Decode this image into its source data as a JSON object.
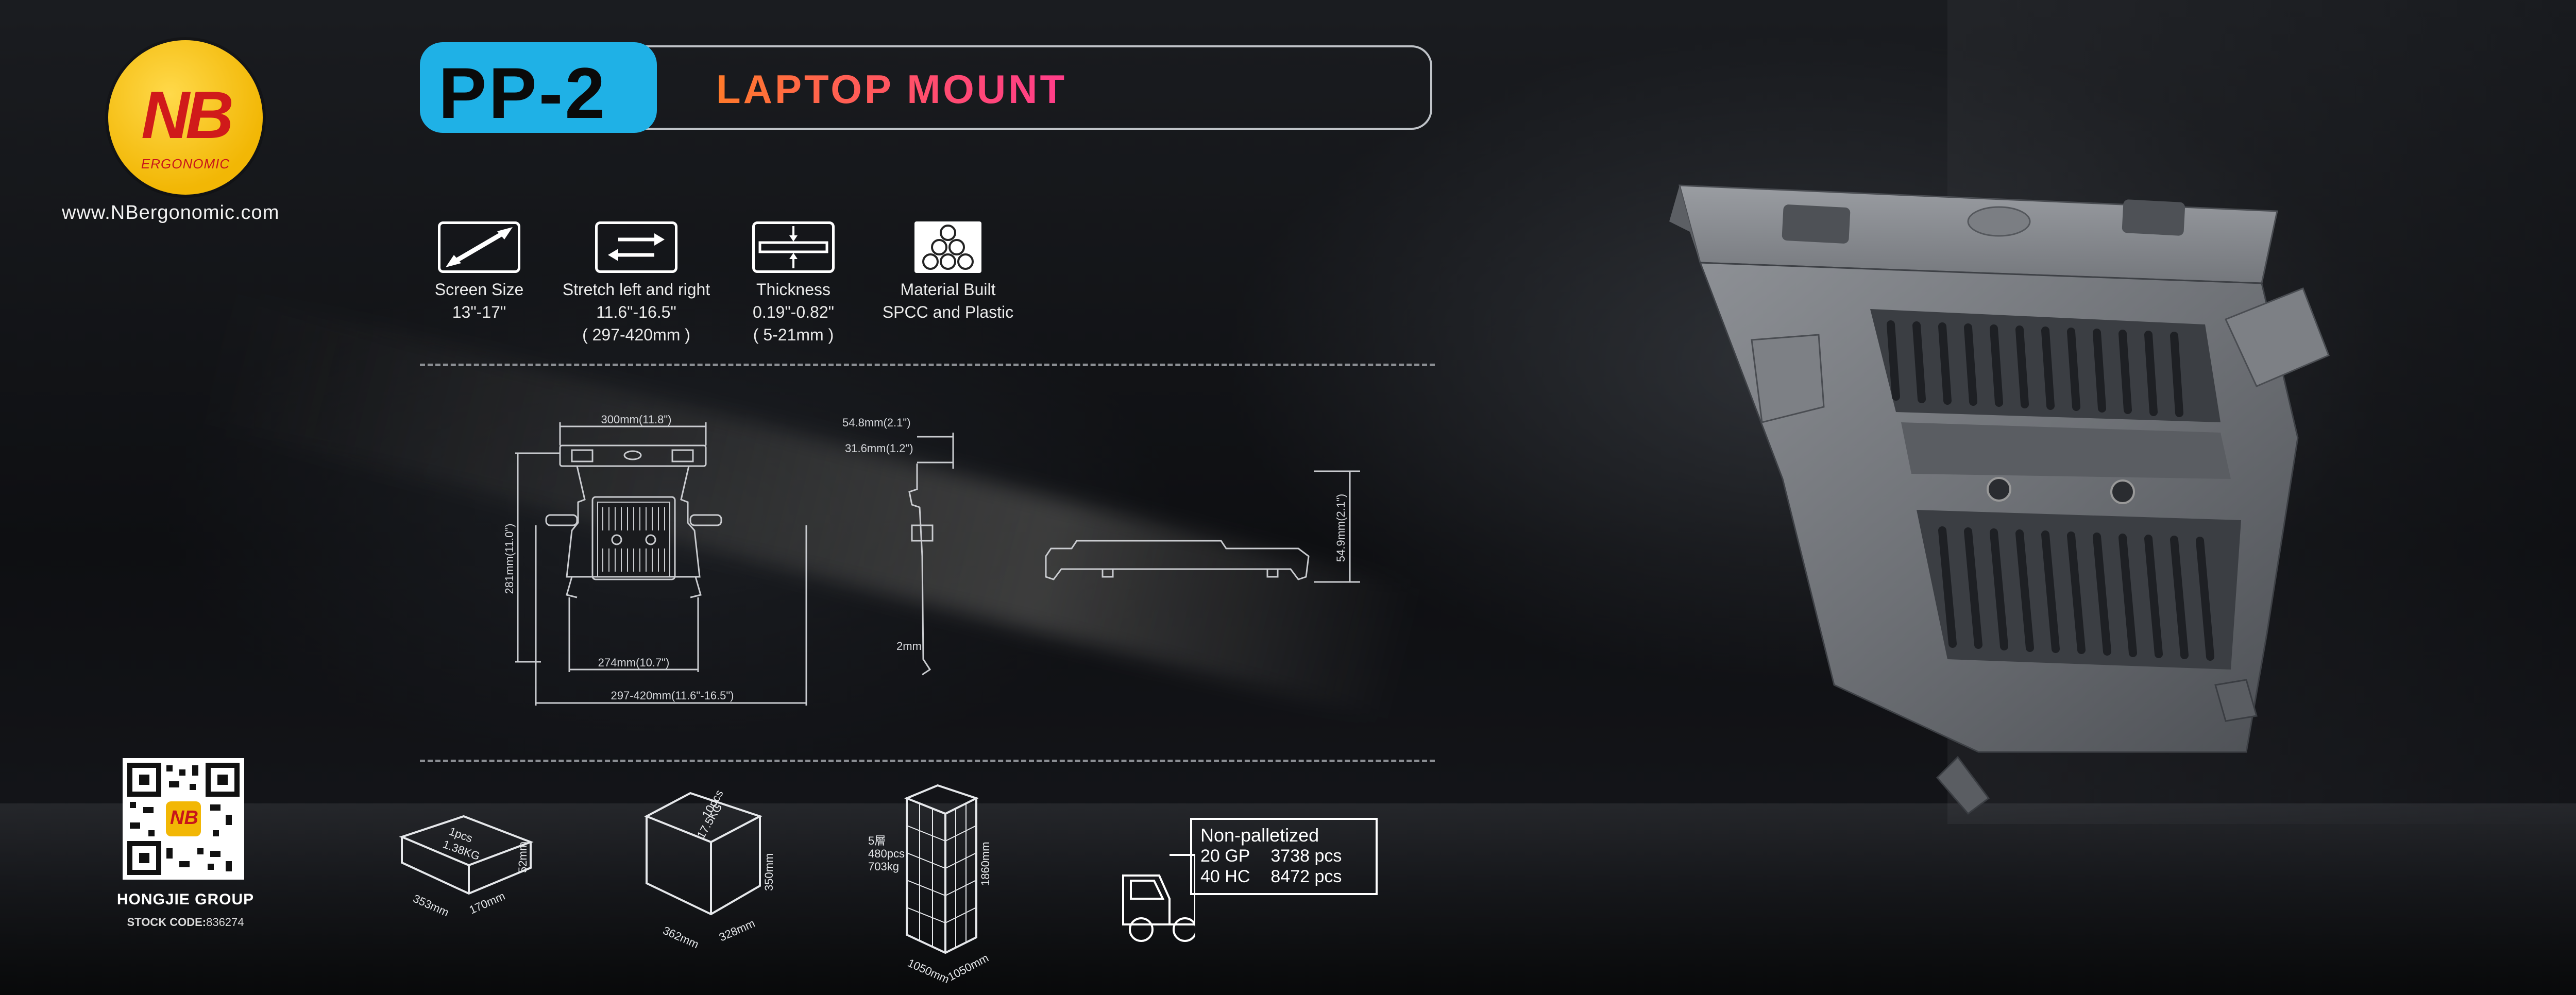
{
  "brand": {
    "logo_text": "NB",
    "logo_sub": "ERGONOMIC",
    "website": "www.NBergonomic.com",
    "accent": "#1fb1e6",
    "logo_color": "#f2b705"
  },
  "title": {
    "model": "PP-2",
    "product": "LAPTOP MOUNT"
  },
  "features": [
    {
      "icon": "diagonal-arrow-icon",
      "label": "Screen Size",
      "value1": "13\"-17\"",
      "value2": ""
    },
    {
      "icon": "left-right-arrows-icon",
      "label": "Stretch left and right",
      "value1": "11.6\"-16.5\"",
      "value2": "( 297-420mm )"
    },
    {
      "icon": "thickness-icon",
      "label": "Thickness",
      "value1": "0.19\"-0.82\"",
      "value2": "( 5-21mm )"
    },
    {
      "icon": "coil-material-icon",
      "label": "Material Built",
      "value1": "SPCC and Plastic",
      "value2": ""
    }
  ],
  "drawing": {
    "top_width": "300mm(11.8\")",
    "height": "281mm(11.0\")",
    "bottom_width": "274mm(10.7\")",
    "range": "297-420mm(11.6\"-16.5\")",
    "side_depth1": "54.8mm(2.1\")",
    "side_depth2": "31.6mm(1.2\")",
    "side_thick": "2mm",
    "front_height": "54.9mm(2.1\")"
  },
  "packaging": {
    "box1": {
      "pcs": "1pcs",
      "weight": "1.38KG",
      "h": "52mm",
      "l": "353mm",
      "w": "170mm"
    },
    "box2": {
      "pcs": "10pcs",
      "weight": "17.5KG",
      "h": "350mm",
      "l": "362mm",
      "w": "328mm"
    },
    "pallet": {
      "layers": "5層",
      "pcs": "480pcs",
      "weight": "703kg",
      "h": "1860mm",
      "l": "1050mm",
      "w": "1050mm"
    },
    "shipping": {
      "title": "Non-palletized",
      "rows": [
        {
          "container": "20 GP",
          "qty": "3738 pcs"
        },
        {
          "container": "40 HC",
          "qty": "8472 pcs"
        }
      ]
    }
  },
  "company": {
    "name": "HONGJIE GROUP",
    "stock_label": "STOCK CODE:",
    "stock_code": "836274",
    "qr_logo": "NB"
  }
}
